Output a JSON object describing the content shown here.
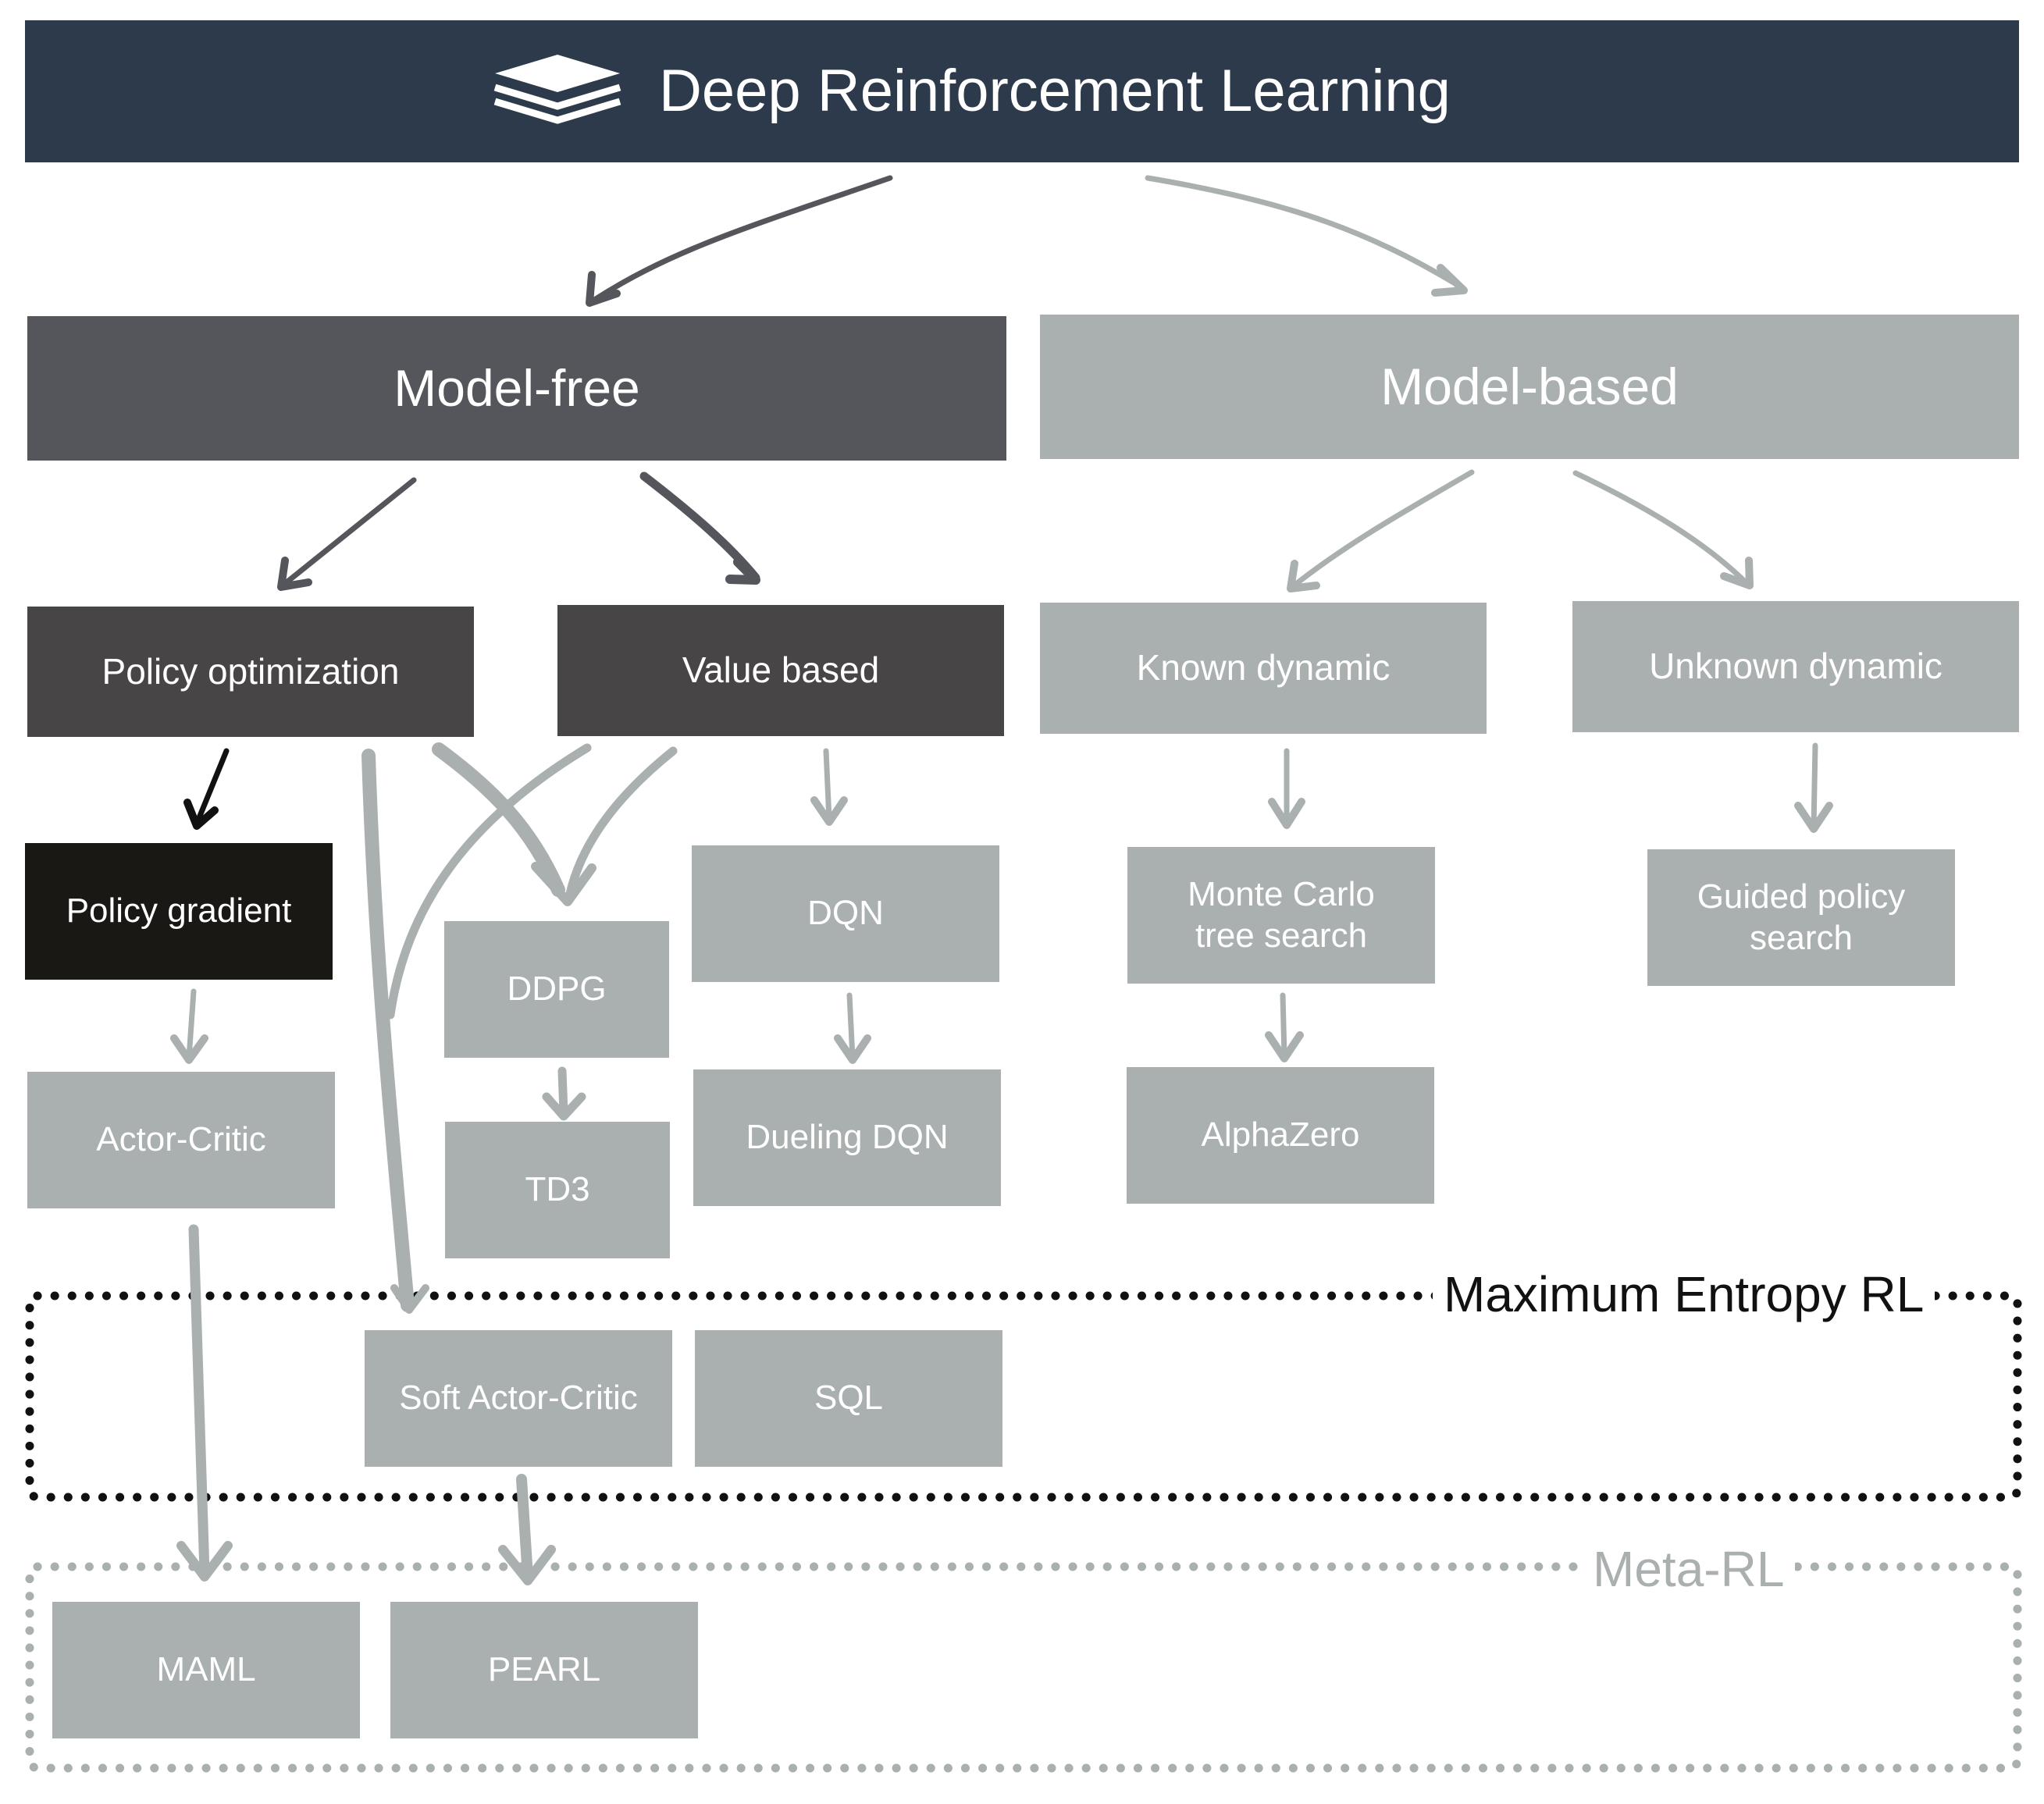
{
  "header": {
    "title": "Deep Reinforcement Learning",
    "icon": "layers-icon"
  },
  "categories": {
    "model_free": "Model-free",
    "model_based": "Model-based"
  },
  "subcategories": {
    "policy_optimization": "Policy optimization",
    "value_based": "Value based",
    "known_dynamic": "Known dynamic",
    "unknown_dynamic": "Unknown dynamic"
  },
  "algorithms": {
    "policy_gradient": "Policy gradient",
    "actor_critic": "Actor-Critic",
    "ddpg": "DDPG",
    "td3": "TD3",
    "dqn": "DQN",
    "dueling_dqn": "Dueling DQN",
    "mcts_line1": "Monte Carlo",
    "mcts_line2": "tree search",
    "alphazero": "AlphaZero",
    "gps_line1": "Guided policy",
    "gps_line2": "search",
    "sac": "Soft Actor-Critic",
    "sql": "SQL",
    "maml": "MAML",
    "pearl": "PEARL"
  },
  "groups": {
    "max_entropy": "Maximum Entropy RL",
    "meta_rl": "Meta-RL"
  },
  "colors": {
    "header_bg": "#2c3a4b",
    "model_free_bg": "#55565b",
    "dark_bg": "#484546",
    "black_bg": "#1a1815",
    "gray_bg": "#aaafaf",
    "arrow_dark": "#55565b",
    "arrow_gray": "#aaafaf",
    "arrow_black": "#111111"
  }
}
